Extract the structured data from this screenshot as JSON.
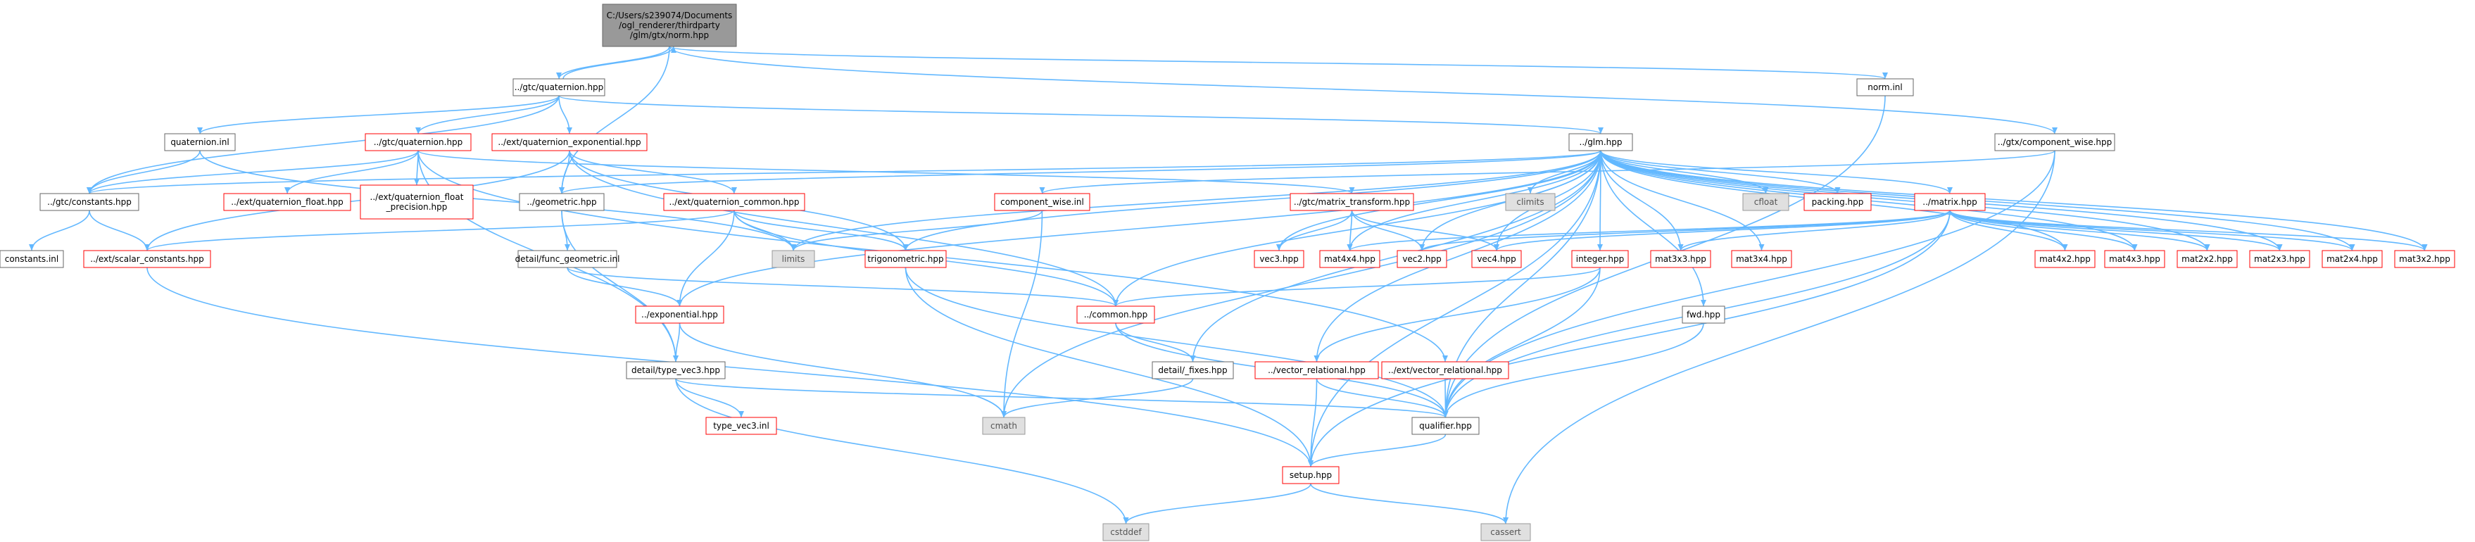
{
  "root": {
    "lines": [
      "C:/Users/s239074/Documents",
      "/ogl_renderer/thirdparty",
      "/glm/gtx/norm.hpp"
    ]
  },
  "nodes": [
    {
      "id": "quaternion_gtx",
      "label": "../gtc/quaternion.hpp",
      "type": "norm"
    },
    {
      "id": "norm_inl",
      "label": "norm.inl",
      "type": "norm"
    },
    {
      "id": "component_wise_hpp",
      "label": "../gtx/component_wise.hpp",
      "type": "norm"
    },
    {
      "id": "quaternion_inl",
      "label": "quaternion.inl",
      "type": "norm"
    },
    {
      "id": "gtc_quaternion",
      "label": "../gtc/quaternion.hpp",
      "type": "red"
    },
    {
      "id": "ext_quat_exp",
      "label": "../ext/quaternion_exponential.hpp",
      "type": "red"
    },
    {
      "id": "glm_hpp",
      "label": "../glm.hpp",
      "type": "norm"
    },
    {
      "id": "gtc_constants",
      "label": "../gtc/constants.hpp",
      "type": "norm"
    },
    {
      "id": "ext_quat_float",
      "label": "../ext/quaternion_float.hpp",
      "type": "red"
    },
    {
      "id": "ext_quat_float_prec",
      "label": "../ext/quaternion_float _precision.hpp",
      "type": "red"
    },
    {
      "id": "geometric",
      "label": "../geometric.hpp",
      "type": "norm"
    },
    {
      "id": "ext_quat_common",
      "label": "../ext/quaternion_common.hpp",
      "type": "red"
    },
    {
      "id": "component_wise_inl",
      "label": "component_wise.inl",
      "type": "red"
    },
    {
      "id": "gtc_matrix_transform",
      "label": "../gtc/matrix_transform.hpp",
      "type": "red"
    },
    {
      "id": "climits",
      "label": "climits",
      "type": "sys"
    },
    {
      "id": "cfloat",
      "label": "cfloat",
      "type": "sys"
    },
    {
      "id": "packing",
      "label": "packing.hpp",
      "type": "red"
    },
    {
      "id": "matrix_hpp",
      "label": "../matrix.hpp",
      "type": "red"
    },
    {
      "id": "constants_inl",
      "label": "constants.inl",
      "type": "norm"
    },
    {
      "id": "ext_scalar_const",
      "label": "../ext/scalar_constants.hpp",
      "type": "red"
    },
    {
      "id": "limits",
      "label": "limits",
      "type": "sys"
    },
    {
      "id": "func_geometric",
      "label": "detail/func_geometric.inl",
      "type": "norm"
    },
    {
      "id": "trigonometric",
      "label": "trigonometric.hpp",
      "type": "red"
    },
    {
      "id": "vec3",
      "label": "vec3.hpp",
      "type": "red"
    },
    {
      "id": "mat4x4",
      "label": "mat4x4.hpp",
      "type": "red"
    },
    {
      "id": "vec2",
      "label": "vec2.hpp",
      "type": "red"
    },
    {
      "id": "vec4",
      "label": "vec4.hpp",
      "type": "red"
    },
    {
      "id": "integer",
      "label": "integer.hpp",
      "type": "red"
    },
    {
      "id": "mat3x3",
      "label": "mat3x3.hpp",
      "type": "red"
    },
    {
      "id": "mat3x4",
      "label": "mat3x4.hpp",
      "type": "red"
    },
    {
      "id": "mat4x2",
      "label": "mat4x2.hpp",
      "type": "red"
    },
    {
      "id": "mat4x3",
      "label": "mat4x3.hpp",
      "type": "red"
    },
    {
      "id": "mat2x2",
      "label": "mat2x2.hpp",
      "type": "red"
    },
    {
      "id": "mat2x3",
      "label": "mat2x3.hpp",
      "type": "red"
    },
    {
      "id": "mat2x4",
      "label": "mat2x4.hpp",
      "type": "red"
    },
    {
      "id": "mat3x2",
      "label": "mat3x2.hpp",
      "type": "red"
    },
    {
      "id": "exponential",
      "label": "../exponential.hpp",
      "type": "red"
    },
    {
      "id": "common",
      "label": "../common.hpp",
      "type": "red"
    },
    {
      "id": "fwd",
      "label": "fwd.hpp",
      "type": "norm"
    },
    {
      "id": "type_vec3",
      "label": "detail/type_vec3.hpp",
      "type": "norm"
    },
    {
      "id": "detail_fixes",
      "label": "detail/_fixes.hpp",
      "type": "norm"
    },
    {
      "id": "vector_relational",
      "label": "../vector_relational.hpp",
      "type": "red"
    },
    {
      "id": "ext_vector_relational",
      "label": "../ext/vector_relational.hpp",
      "type": "red"
    },
    {
      "id": "type_vec3_inl",
      "label": "type_vec3.inl",
      "type": "red"
    },
    {
      "id": "cmath",
      "label": "cmath",
      "type": "sys"
    },
    {
      "id": "qualifier",
      "label": "qualifier.hpp",
      "type": "norm"
    },
    {
      "id": "setup",
      "label": "setup.hpp",
      "type": "red"
    },
    {
      "id": "cstddef",
      "label": "cstddef",
      "type": "sys"
    },
    {
      "id": "cassert",
      "label": "cassert",
      "type": "sys"
    }
  ]
}
